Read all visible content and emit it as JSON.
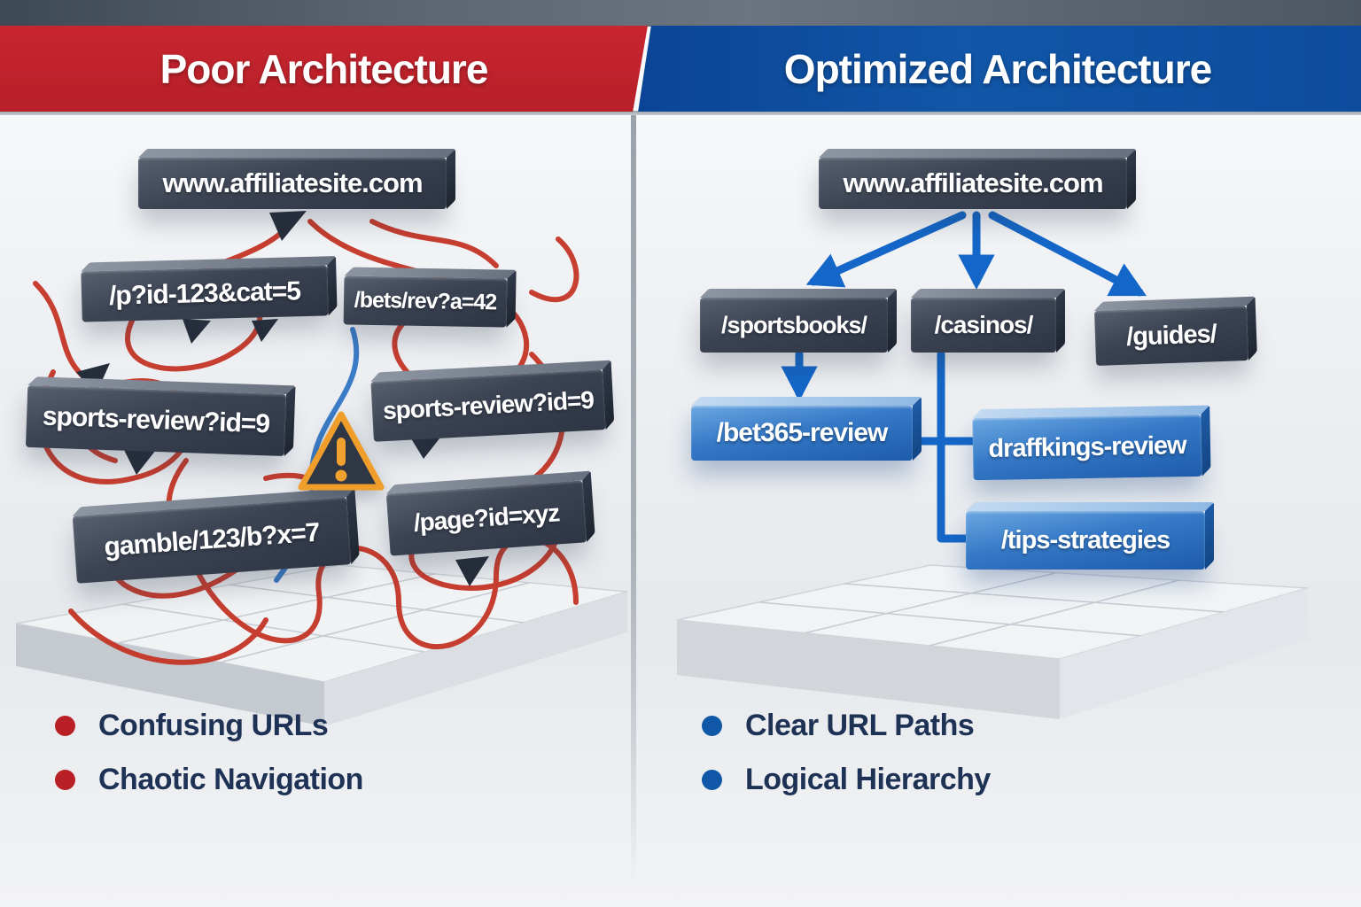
{
  "headers": {
    "left_title": "Poor Architecture",
    "right_title": "Optimized Architecture"
  },
  "colors": {
    "poor_accent": "#bf212b",
    "optimized_accent": "#0f54a6",
    "dark_box": "#3c4454",
    "blue_box": "#2a6cbd",
    "tangle_red": "#c43526",
    "connector_blue": "#1467c8",
    "warning_orange": "#ef9e2c",
    "bullet_text": "#1e3255"
  },
  "left": {
    "root": "www.affiliatesite.com",
    "boxes": [
      "/p?id-123&cat=5",
      "/bets/rev?a=42",
      "sports-review?id=9",
      "sports-review?id=9",
      "gamble/123/b?x=7",
      "/page?id=xyz"
    ],
    "icons": {
      "warning": "warning-triangle-icon",
      "bullet": "red-dot-bullet"
    },
    "bullets": [
      "Confusing URLs",
      "Chaotic Navigation"
    ]
  },
  "right": {
    "root": "www.affiliatesite.com",
    "categories": [
      "/sportsbooks/",
      "/casinos/",
      "/guides/"
    ],
    "pages": [
      "/bet365-review",
      "draffkings-review",
      "/tips-strategies"
    ],
    "icons": {
      "bullet": "blue-dot-bullet"
    },
    "bullets": [
      "Clear URL Paths",
      "Logical Hierarchy"
    ]
  }
}
